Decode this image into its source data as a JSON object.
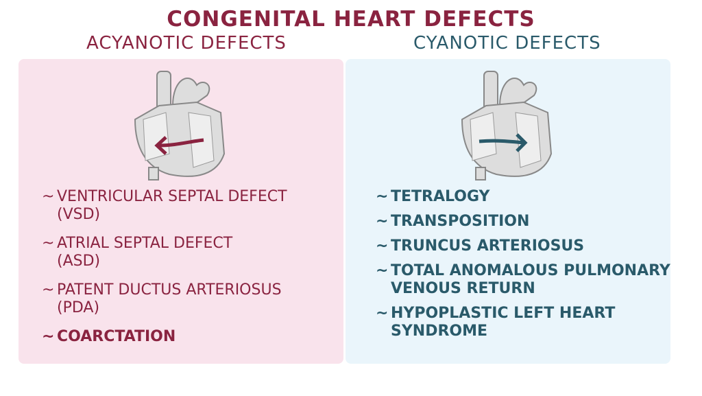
{
  "title": "CONGENITAL HEART DEFECTS",
  "acyanotic": {
    "heading": "ACYANOTIC DEFECTS",
    "color": "#8a2340",
    "items": [
      {
        "line1": "VENTRICULAR SEPTAL DEFECT",
        "line2": "(VSD)"
      },
      {
        "line1": "ATRIAL SEPTAL DEFECT",
        "line2": "(ASD)"
      },
      {
        "line1": "PATENT DUCTUS ARTERIOSUS",
        "line2": "(PDA)"
      },
      {
        "line1": "COARCTATION",
        "line2": ""
      }
    ]
  },
  "cyanotic": {
    "heading": "CYANOTIC DEFECTS",
    "color": "#2a5a6a",
    "items": [
      {
        "line1": "TETRALOGY",
        "line2": ""
      },
      {
        "line1": "TRANSPOSITION",
        "line2": ""
      },
      {
        "line1": "TRUNCUS ARTERIOSUS",
        "line2": ""
      },
      {
        "line1": "TOTAL ANOMALOUS PULMONARY",
        "line2": "VENOUS RETURN"
      },
      {
        "line1": "HYPOPLASTIC LEFT HEART",
        "line2": "SYNDROME"
      }
    ]
  },
  "tilde": "~"
}
